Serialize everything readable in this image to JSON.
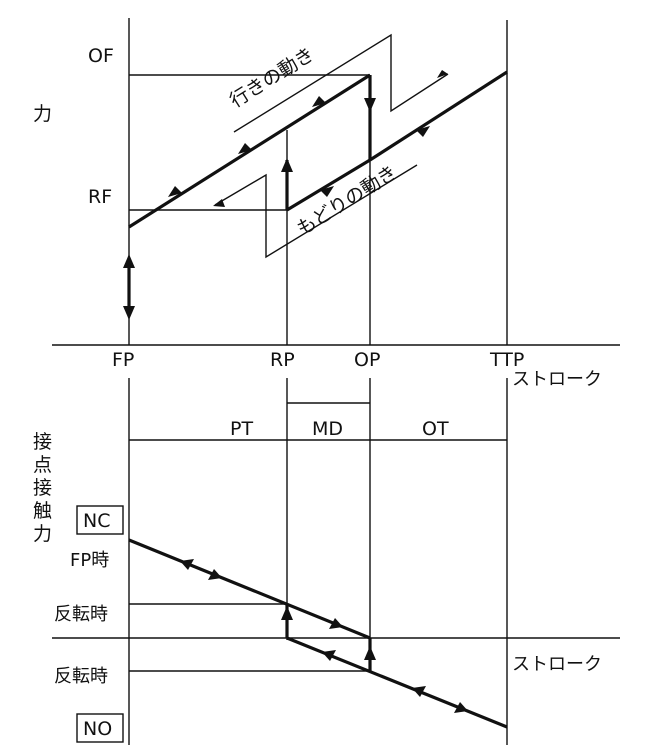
{
  "upper": {
    "y_label": "力",
    "of_label": "OF",
    "rf_label": "RF",
    "forward_label": "行きの動き",
    "return_label": "もどりの動き"
  },
  "stroke_axis": {
    "fp": "FP",
    "rp": "RP",
    "op": "OP",
    "ttp": "TTP",
    "unit_label": "ストローク"
  },
  "intervals": {
    "pt": "PT",
    "md": "MD",
    "ot": "OT"
  },
  "lower": {
    "y_label_chars": [
      "接",
      "点",
      "接",
      "触",
      "力"
    ],
    "nc_label": "NC",
    "no_label": "NO",
    "fp_time": "FP時",
    "reverse_time_1": "反転時",
    "reverse_time_2": "反転時",
    "unit_label": "ストローク"
  }
}
